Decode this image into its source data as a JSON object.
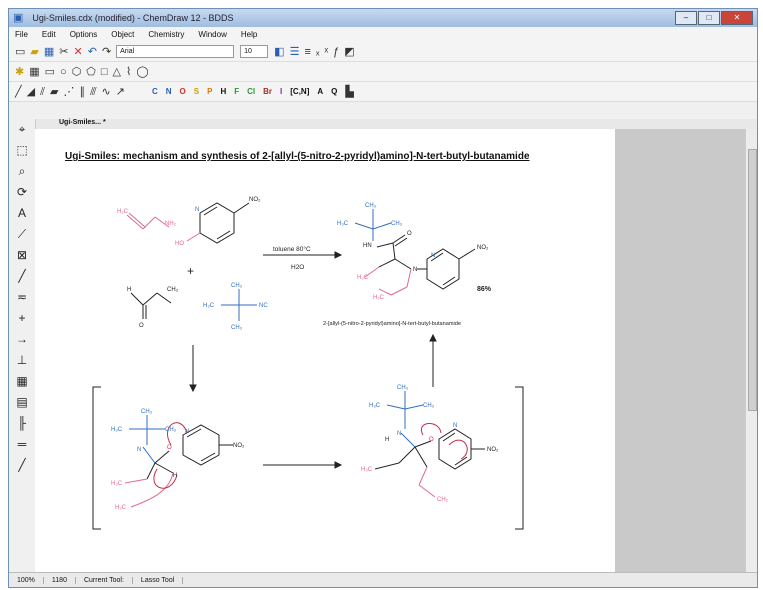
{
  "window": {
    "title": "Ugi-Smiles.cdx (modified) - ChemDraw 12 - BDDS"
  },
  "menu": [
    "File",
    "Edit",
    "Options",
    "Object",
    "Chemistry",
    "Window",
    "Help"
  ],
  "toolbar2": {
    "font_field": "Arial",
    "size_field": "10"
  },
  "element_bar": [
    "C",
    "N",
    "O",
    "S",
    "P",
    "H",
    "F",
    "Cl",
    "Br",
    "I",
    "[C,N]",
    "A",
    "Q"
  ],
  "document": {
    "tab_label": "Ugi-Smiles... *",
    "title": "Ugi-Smiles: mechanism and synthesis of 2-[allyl-(5-nitro-2-pyridyl)amino]-N-tert-butyl-butanamide",
    "conditions": {
      "top": "toluene  80°C",
      "bottom": "H2O"
    },
    "yield": "86%",
    "product_name": "2-[allyl-(5-nitro-2-pyridyl)amino]-N-tert-butyl-butanamide",
    "plus": "+"
  },
  "status": {
    "zoom": "100%",
    "coords": "1180",
    "current_tool_label": "Current Tool:",
    "current_tool_value": "Lasso Tool"
  },
  "colors": {
    "pink": "#e06a8a",
    "blue": "#2f6fc0",
    "ink": "#222222"
  }
}
